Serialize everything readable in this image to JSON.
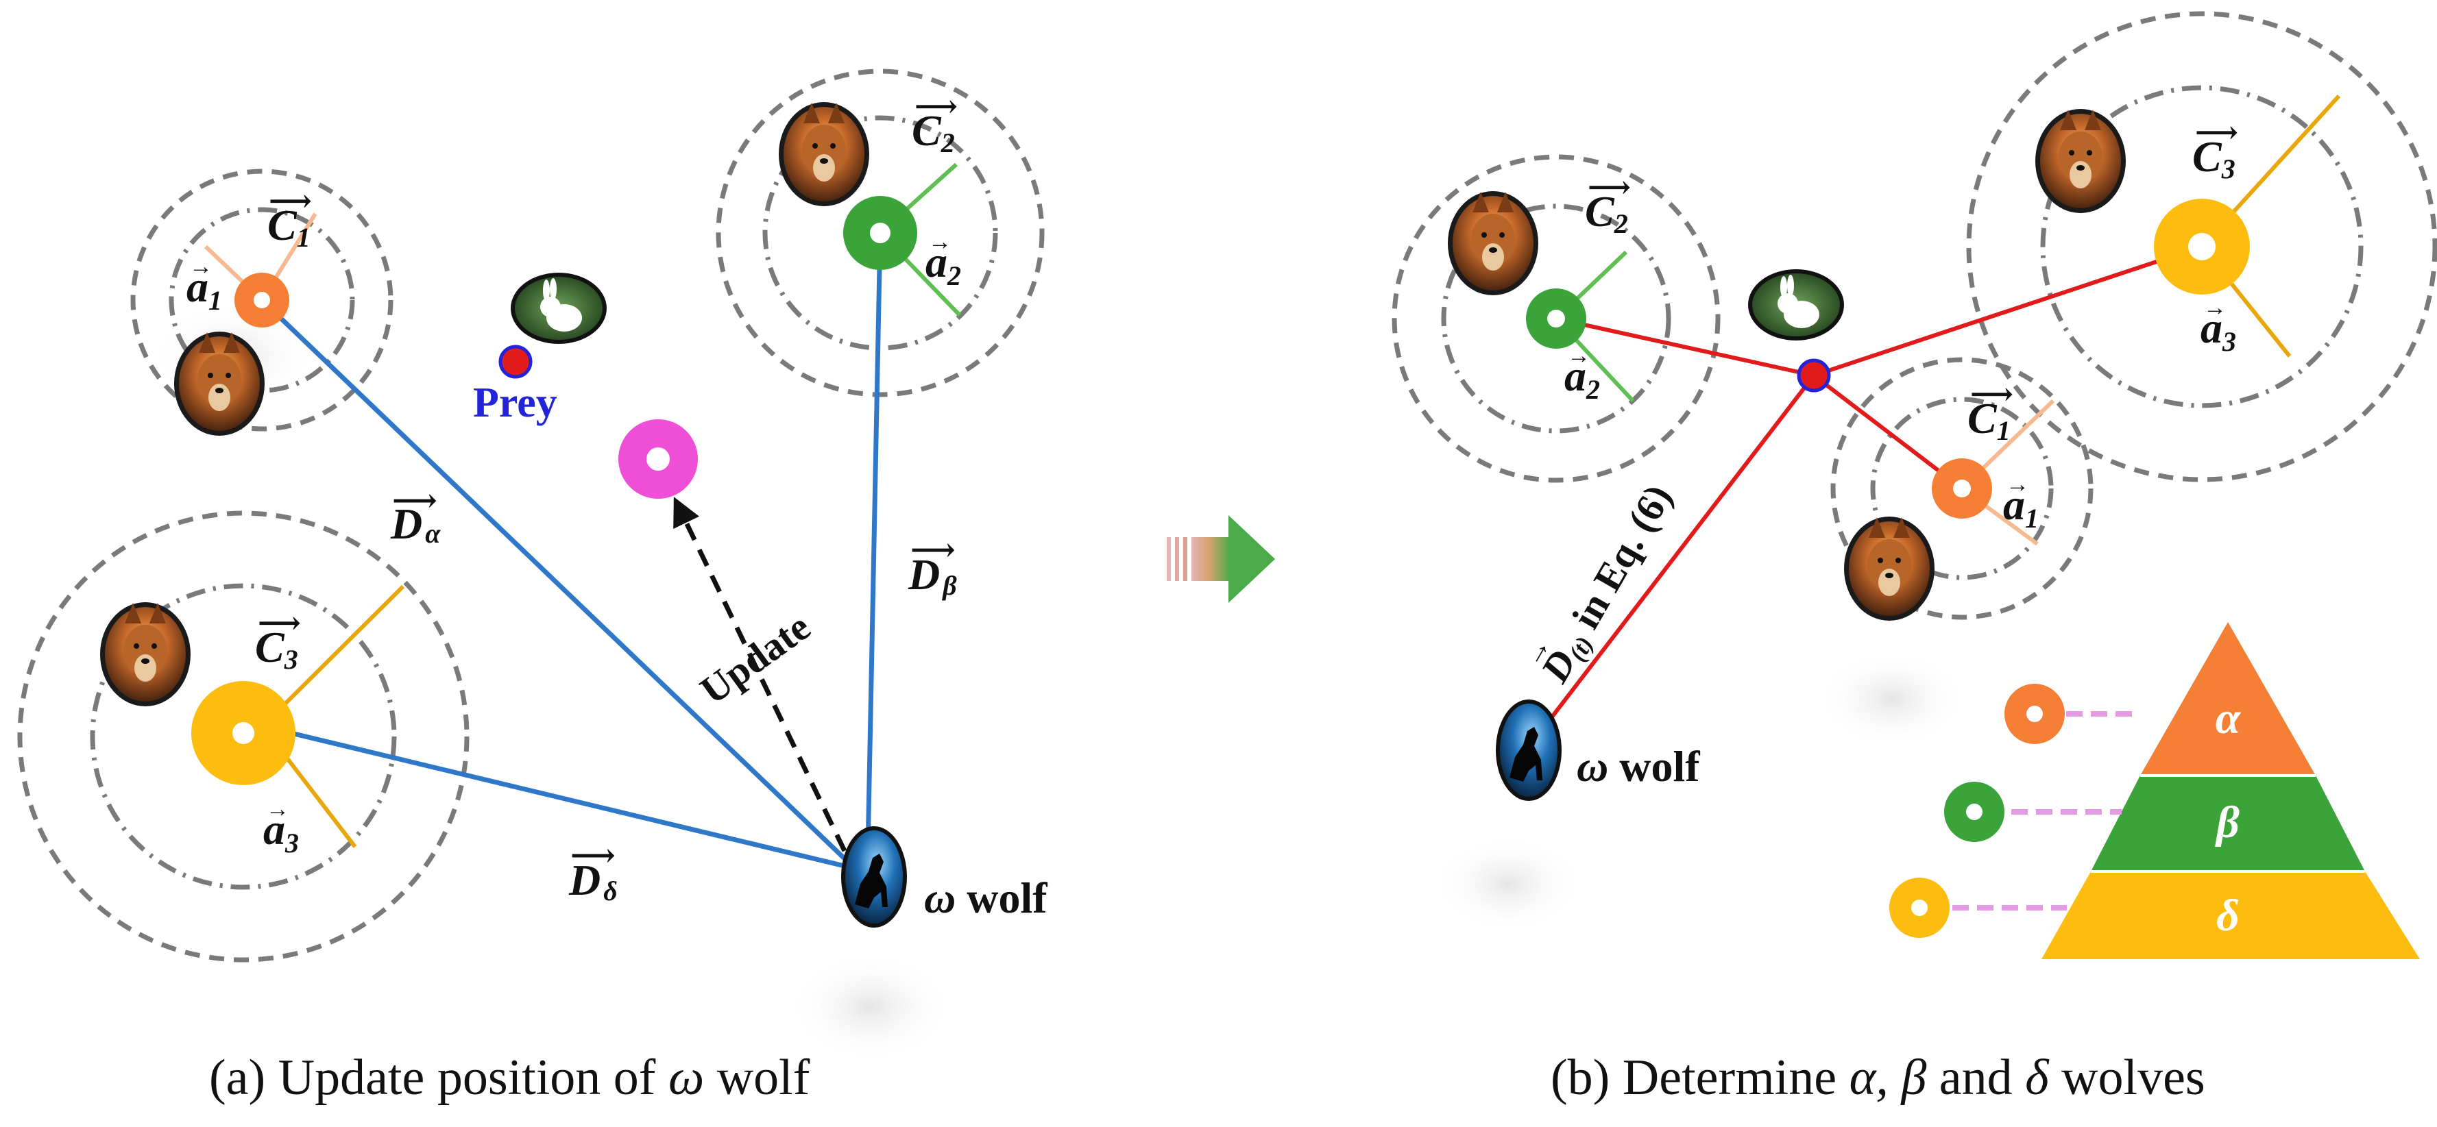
{
  "colors": {
    "alpha": "#f47f35",
    "beta": "#3aa33a",
    "delta": "#fcbd0f",
    "omega_line": "#2f77c9",
    "pursuit_line": "#e11b1b",
    "prey_dot": "#e11b1b",
    "update_target": "#ee4fd6",
    "ring": "#7a7a7a",
    "prey_label": "#2323d9",
    "hierarchy_link": "#e69ae6",
    "transition_arrow": "#4bab4b"
  },
  "icons": {
    "leader_wolf": "wolf-portrait-icon",
    "omega_wolf": "howling-wolf-icon",
    "prey": "rabbit-icon"
  },
  "panel_a": {
    "prey_label": "Prey",
    "update_label": "Update",
    "omega_label": {
      "symbol": "ω",
      "text": " wolf"
    },
    "distances": [
      {
        "base": "D",
        "sub": "α"
      },
      {
        "base": "D",
        "sub": "β"
      },
      {
        "base": "D",
        "sub": "δ"
      }
    ],
    "wolf_vectors": [
      {
        "c_base": "C",
        "c_sub": "1",
        "a_base": "a",
        "a_sub": "1"
      },
      {
        "c_base": "C",
        "c_sub": "2",
        "a_base": "a",
        "a_sub": "2"
      },
      {
        "c_base": "C",
        "c_sub": "3",
        "a_base": "a",
        "a_sub": "3"
      }
    ],
    "caption": {
      "prefix": "(a) Update position of ",
      "symbol": "ω",
      "suffix": " wolf"
    }
  },
  "panel_b": {
    "distance_label": {
      "base": "D",
      "sub": "(t)",
      "suffix": " in Eq. (6)"
    },
    "omega_label": {
      "symbol": "ω",
      "text": " wolf"
    },
    "wolf_vectors": [
      {
        "c_base": "C",
        "c_sub": "1",
        "a_base": "a",
        "a_sub": "1"
      },
      {
        "c_base": "C",
        "c_sub": "2",
        "a_base": "a",
        "a_sub": "2"
      },
      {
        "c_base": "C",
        "c_sub": "3",
        "a_base": "a",
        "a_sub": "3"
      }
    ],
    "hierarchy": [
      {
        "label": "α",
        "color": "#f47f35"
      },
      {
        "label": "β",
        "color": "#3aa33a"
      },
      {
        "label": "δ",
        "color": "#fcbd0f"
      }
    ],
    "caption": {
      "prefix": "(b) Determine ",
      "alpha": "α,",
      "beta": "β",
      "mid": " and ",
      "delta": "δ",
      "suffix": " wolves"
    }
  }
}
